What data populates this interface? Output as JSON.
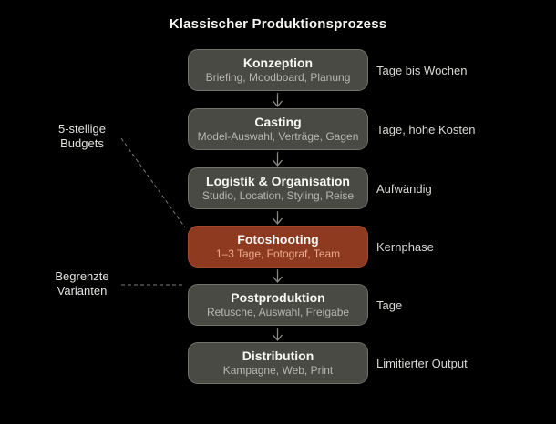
{
  "title": "Klassischer Produktionsprozess",
  "steps": [
    {
      "title": "Konzeption",
      "subtitle": "Briefing, Moodboard, Planung",
      "note": "Tage bis Wochen",
      "highlight": false
    },
    {
      "title": "Casting",
      "subtitle": "Model-Auswahl, Verträge, Gagen",
      "note": "Tage, hohe Kosten",
      "highlight": false
    },
    {
      "title": "Logistik & Organisation",
      "subtitle": "Studio, Location, Styling, Reise",
      "note": "Aufwändig",
      "highlight": false
    },
    {
      "title": "Fotoshooting",
      "subtitle": "1–3 Tage, Fotograf, Team",
      "note": "Kernphase",
      "highlight": true
    },
    {
      "title": "Postproduktion",
      "subtitle": "Retusche, Auswahl, Freigabe",
      "note": "Tage",
      "highlight": false
    },
    {
      "title": "Distribution",
      "subtitle": "Kampagne, Web, Print",
      "note": "Limitierter Output",
      "highlight": false
    }
  ],
  "annotations": [
    {
      "line1": "5-stellige",
      "line2": "Budgets",
      "target": "Fotoshooting"
    },
    {
      "line1": "Begrenzte",
      "line2": "Varianten",
      "target": "Postproduktion"
    }
  ],
  "colors": {
    "background": "#000000",
    "box_fill": "#4a4a44",
    "box_border": "#72726b",
    "highlight_fill": "#8d3a20",
    "highlight_border": "#a64c2d",
    "box_title_text": "#f7f7f5",
    "box_subtitle_text": "#b7b7b0",
    "highlight_subtitle_text": "#ecab8e",
    "note_text": "#d8d8d4",
    "annotation_text": "#e2e2de",
    "arrow": "#8d8d87",
    "dashed_connector": "#7d7d75"
  }
}
